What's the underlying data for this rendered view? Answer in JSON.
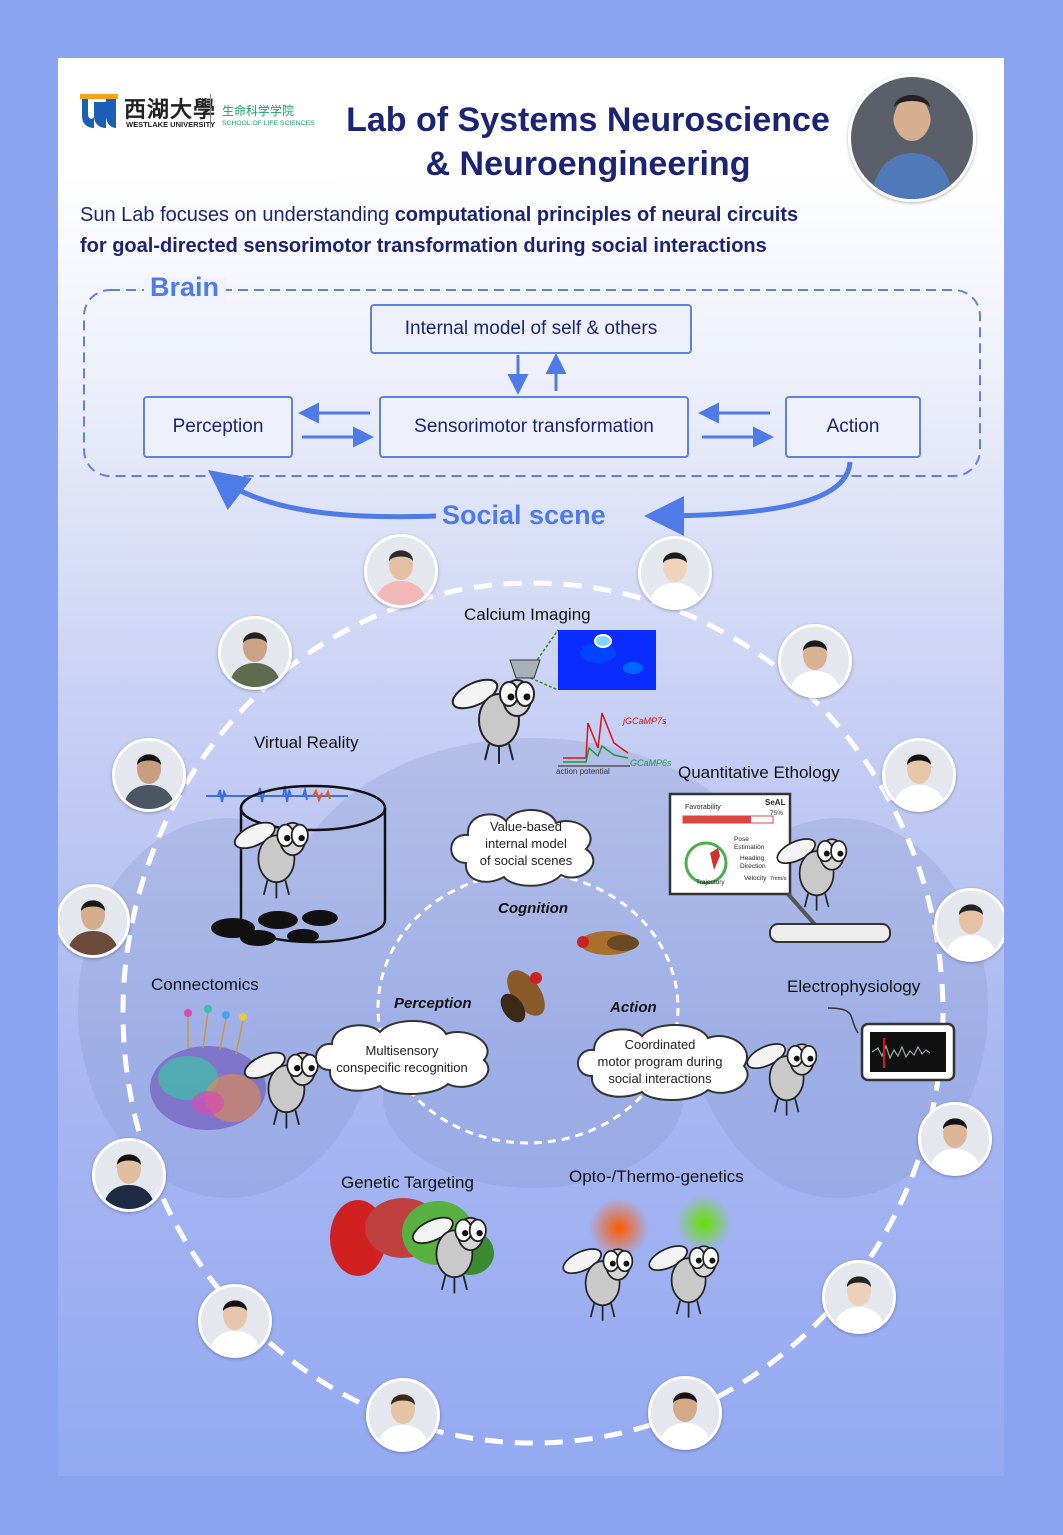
{
  "logo": {
    "university_cn": "西湖大學",
    "university_en": "WESTLAKE UNIVERSITY",
    "school_cn": "生命科学学院",
    "school_en": "SCHOOL OF LIFE SCIENCES"
  },
  "title": {
    "line1": "Lab of Systems Neuroscience",
    "line2": "& Neuroengineering"
  },
  "subtitle": {
    "part1": "Sun Lab focuses on understanding ",
    "bold1": "computational principles of neural circuits",
    "bold2": "for goal-directed sensorimotor transformation during social interactions"
  },
  "brain_diagram": {
    "region_label": "Brain",
    "internal_model": "Internal model of self & others",
    "perception": "Perception",
    "sensorimotor": "Sensorimotor transformation",
    "action": "Action",
    "social_scene": "Social scene"
  },
  "methods": {
    "calcium_imaging": "Calcium Imaging",
    "virtual_reality": "Virtual Reality",
    "quantitative_ethology": "Quantitative Ethology",
    "connectomics": "Connectomics",
    "electrophysiology": "Electrophysiology",
    "genetic_targeting": "Genetic Targeting",
    "optogenetics": "Opto-/Thermo-genetics"
  },
  "calcium_trace": {
    "indicator1": "jGCaMP7s",
    "indicator2": "GCaMP6s",
    "xlabel": "action potential"
  },
  "ethology_screen": {
    "favorability": "Favorability",
    "percent": "75%",
    "brand": "SeAL",
    "pose": "Pose Estimation",
    "heading": "Heading Direction",
    "velocity": "Velocity",
    "velocity_unit": "7mm/s",
    "trajectory": "Trajectory",
    "favorability_level": 0.75
  },
  "inner_circle": {
    "cognition": "Cognition",
    "perception": "Perception",
    "action": "Action",
    "cloud_top": [
      "Value-based",
      "internal model",
      "of social scenes"
    ],
    "cloud_left": [
      "Multisensory",
      "conspecific recognition"
    ],
    "cloud_right": [
      "Coordinated",
      "motor program during",
      "social interactions"
    ]
  },
  "colors": {
    "navy": "#1b2472",
    "accent_blue": "#4f7be6",
    "background": "#8aa4f2"
  }
}
